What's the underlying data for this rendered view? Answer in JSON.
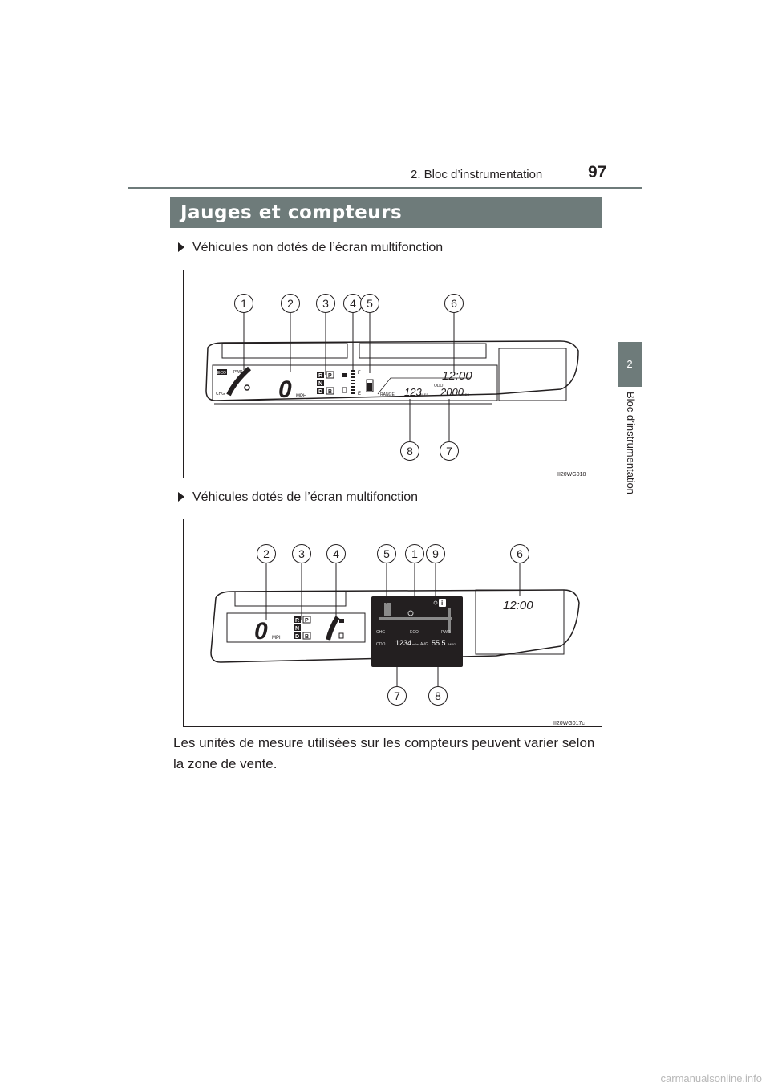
{
  "header": {
    "section": "2. Bloc d’instrumentation",
    "page_number": "97"
  },
  "side_tab": {
    "number": "2",
    "label": "Bloc d’instrumentation"
  },
  "title": "Jauges et compteurs",
  "variant_without_display": "Véhicules non dotés de l’écran multifonction",
  "variant_with_display": "Véhicules dotés de l’écran multifonction",
  "figure1": {
    "code": "II20WG018",
    "callouts": [
      "1",
      "2",
      "3",
      "4",
      "5",
      "6",
      "8",
      "7"
    ],
    "display": {
      "eco": "ECO",
      "pwr": "PWR",
      "chg": "CHG",
      "speed": "0",
      "speed_unit": "MPH",
      "gears": [
        "R",
        "P",
        "N",
        "D",
        "B"
      ],
      "fuel_full": "F",
      "fuel_empty": "E",
      "clock": "12:00",
      "range_label": "RANGE",
      "range_value": "123",
      "range_unit": "MILES",
      "odo_label": "ODO",
      "odo_value": "2000",
      "odo_unit": "MILES"
    }
  },
  "figure2": {
    "code": "II20WG017c",
    "callouts": [
      "2",
      "3",
      "4",
      "5",
      "1",
      "9",
      "6",
      "7",
      "8"
    ],
    "display": {
      "speed": "0",
      "speed_unit": "MPH",
      "gears": [
        "R",
        "P",
        "N",
        "D",
        "B"
      ],
      "chg": "CHG",
      "eco": "ECO",
      "pwr": "PWR",
      "odo_label": "ODO",
      "odo_value": "1234",
      "odo_unit": "miles",
      "avg_label": "AVG.",
      "avg_value": "55.5",
      "avg_unit": "MPG",
      "info_icon": "i",
      "clock": "12:00"
    }
  },
  "note": "Les unités de mesure utilisées sur les compteurs peuvent varier selon la zone de vente.",
  "watermark": "carmanualsonline.info"
}
